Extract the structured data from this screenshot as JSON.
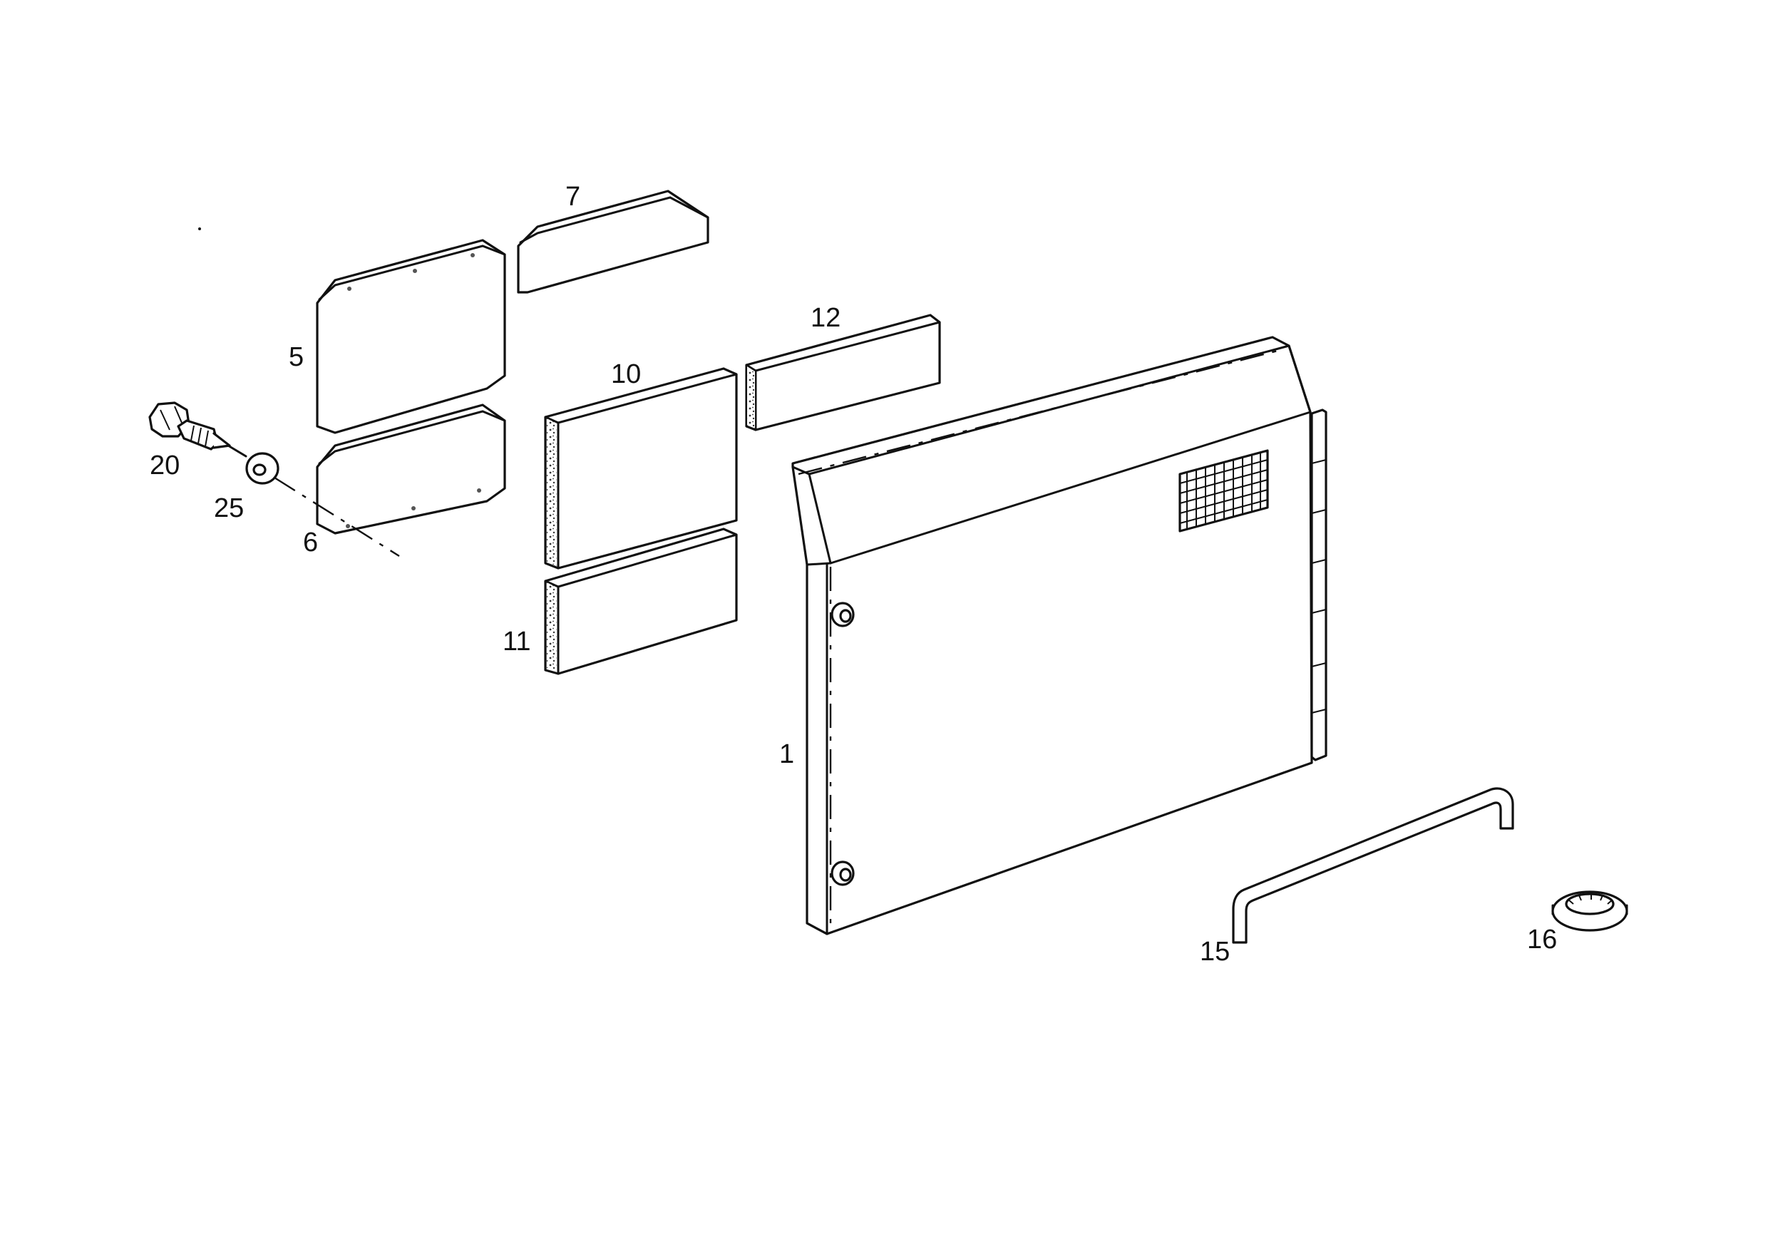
{
  "diagram": {
    "labels": {
      "p1": "1",
      "p5": "5",
      "p6": "6",
      "p7": "7",
      "p10": "10",
      "p11": "11",
      "p12": "12",
      "p15": "15",
      "p16": "16",
      "p20": "20",
      "p25": "25"
    },
    "colors": {
      "line": "#111111",
      "background": "#ffffff"
    }
  }
}
